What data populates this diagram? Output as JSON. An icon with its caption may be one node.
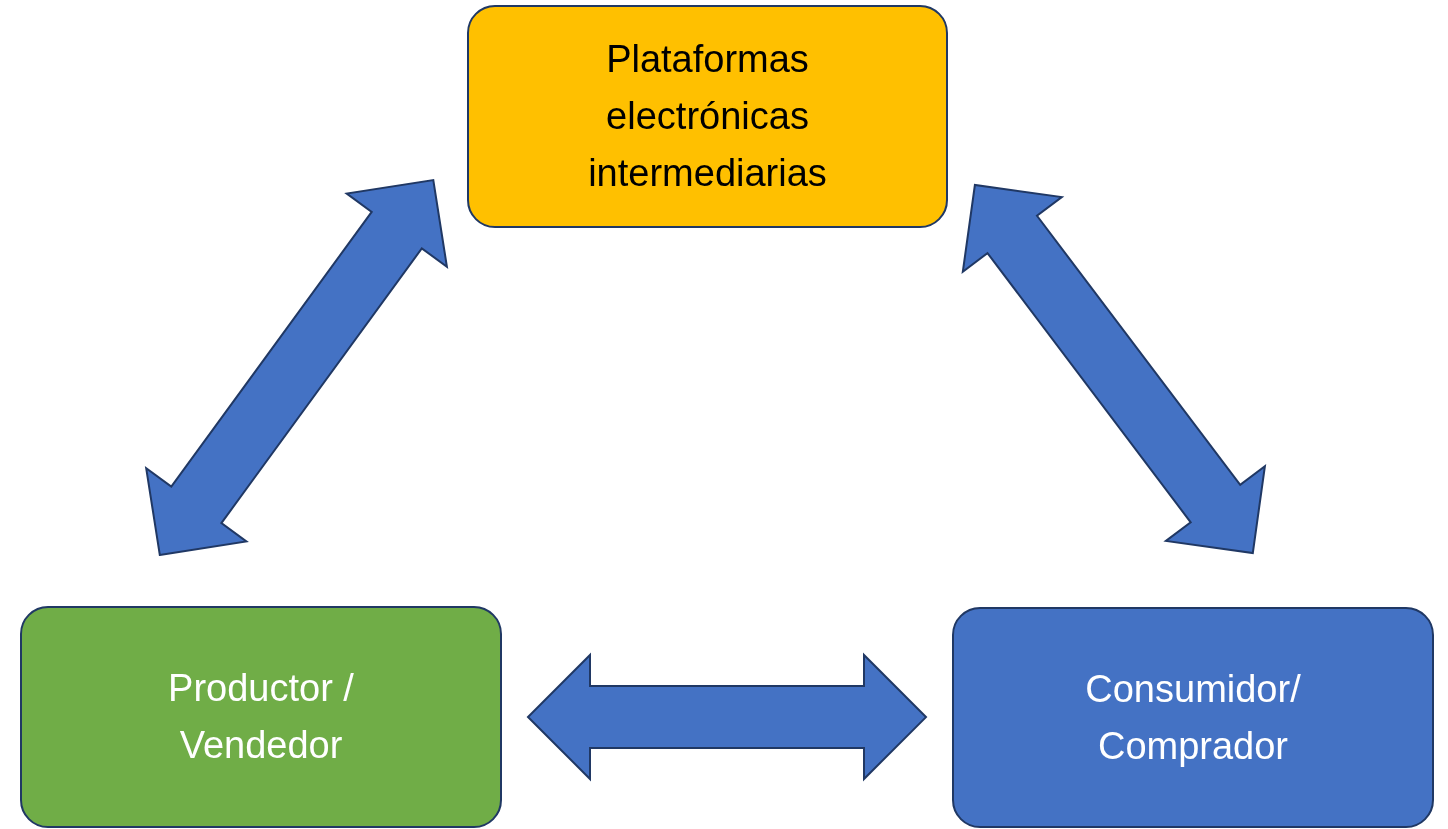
{
  "diagram": {
    "nodes": [
      {
        "text": [
          "Plataformas electrónicas intermediarias"
        ]
      },
      {
        "text": [
          "Productor / Vendedor"
        ]
      },
      {
        "text": [
          "Consumidor/ Comprador"
        ]
      }
    ],
    "edges": [
      {
        "from": 1,
        "to": 0,
        "arrow": "both",
        "style": "thick"
      },
      {
        "from": 0,
        "to": 2,
        "arrow": "both",
        "style": "thick"
      },
      {
        "from": 1,
        "to": 2,
        "arrow": "both",
        "style": "thick"
      }
    ]
  }
}
